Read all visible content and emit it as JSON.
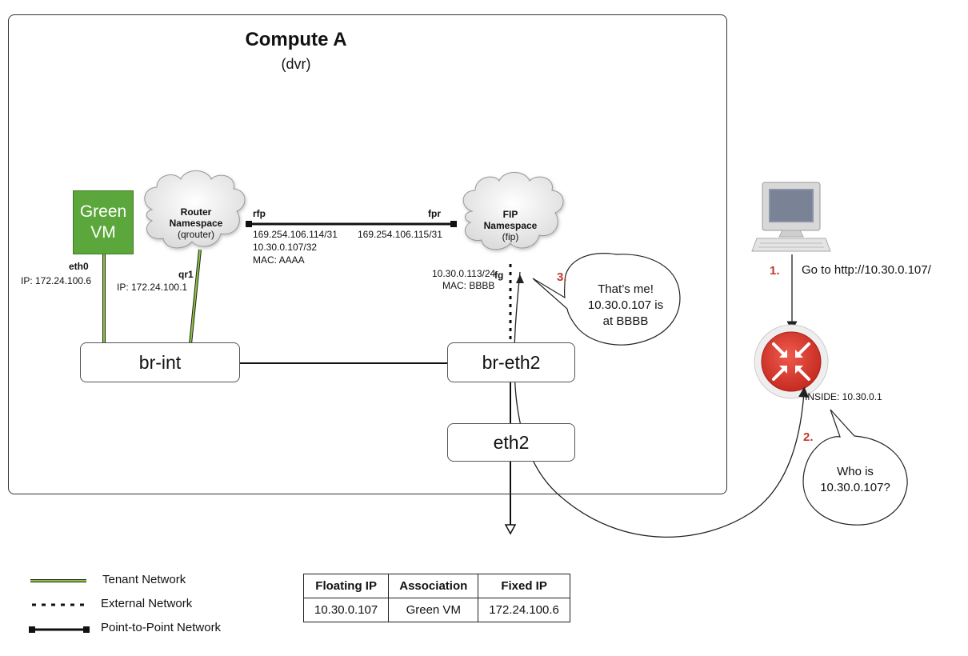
{
  "title": "Compute A",
  "subtitle": "(dvr)",
  "vm": {
    "line1": "Green",
    "line2": "VM"
  },
  "router_ns": {
    "line1": "Router",
    "line2": "Namespace",
    "line3": "(qrouter)"
  },
  "fip_ns": {
    "line1": "FIP",
    "line2": "Namespace",
    "line3": "(fip)"
  },
  "labels": {
    "rfp": "rfp",
    "fpr": "fpr",
    "rfp_ip1": "169.254.106.114/31",
    "rfp_ip2": "10.30.0.107/32",
    "rfp_mac": "MAC: AAAA",
    "fpr_ip": "169.254.106.115/31",
    "fg_ip": "10.30.0.113/24",
    "fg_mac": "MAC: BBBB",
    "fg": "fg",
    "eth0": "eth0",
    "eth0_ip": "IP: 172.24.100.6",
    "qr1": "qr1",
    "qr1_ip": "IP: 172.24.100.1",
    "inside": "INSIDE: 10.30.0.1"
  },
  "boxes": {
    "br_int": "br-int",
    "br_eth2": "br-eth2",
    "eth2": "eth2"
  },
  "steps": {
    "s1_num": "1.",
    "s1_text": "Go to http://10.30.0.107/",
    "s2_num": "2.",
    "s2_line1": "Who is",
    "s2_line2": "10.30.0.107?",
    "s3_num": "3.",
    "s3_line1": "That’s me!",
    "s3_line2": "10.30.0.107 is",
    "s3_line3": "at BBBB"
  },
  "legend": {
    "tenant": "Tenant Network",
    "external": "External Network",
    "p2p": "Point-to-Point Network"
  },
  "table": {
    "headers": [
      "Floating IP",
      "Association",
      "Fixed IP"
    ],
    "row": [
      "10.30.0.107",
      "Green VM",
      "172.24.100.6"
    ]
  },
  "colors": {
    "tenant": "#8cc63f",
    "vm": "#5ca73b",
    "router": "#d93025",
    "step": "#c0392b"
  },
  "icons": {
    "client": "computer-icon",
    "router": "router-icon"
  }
}
